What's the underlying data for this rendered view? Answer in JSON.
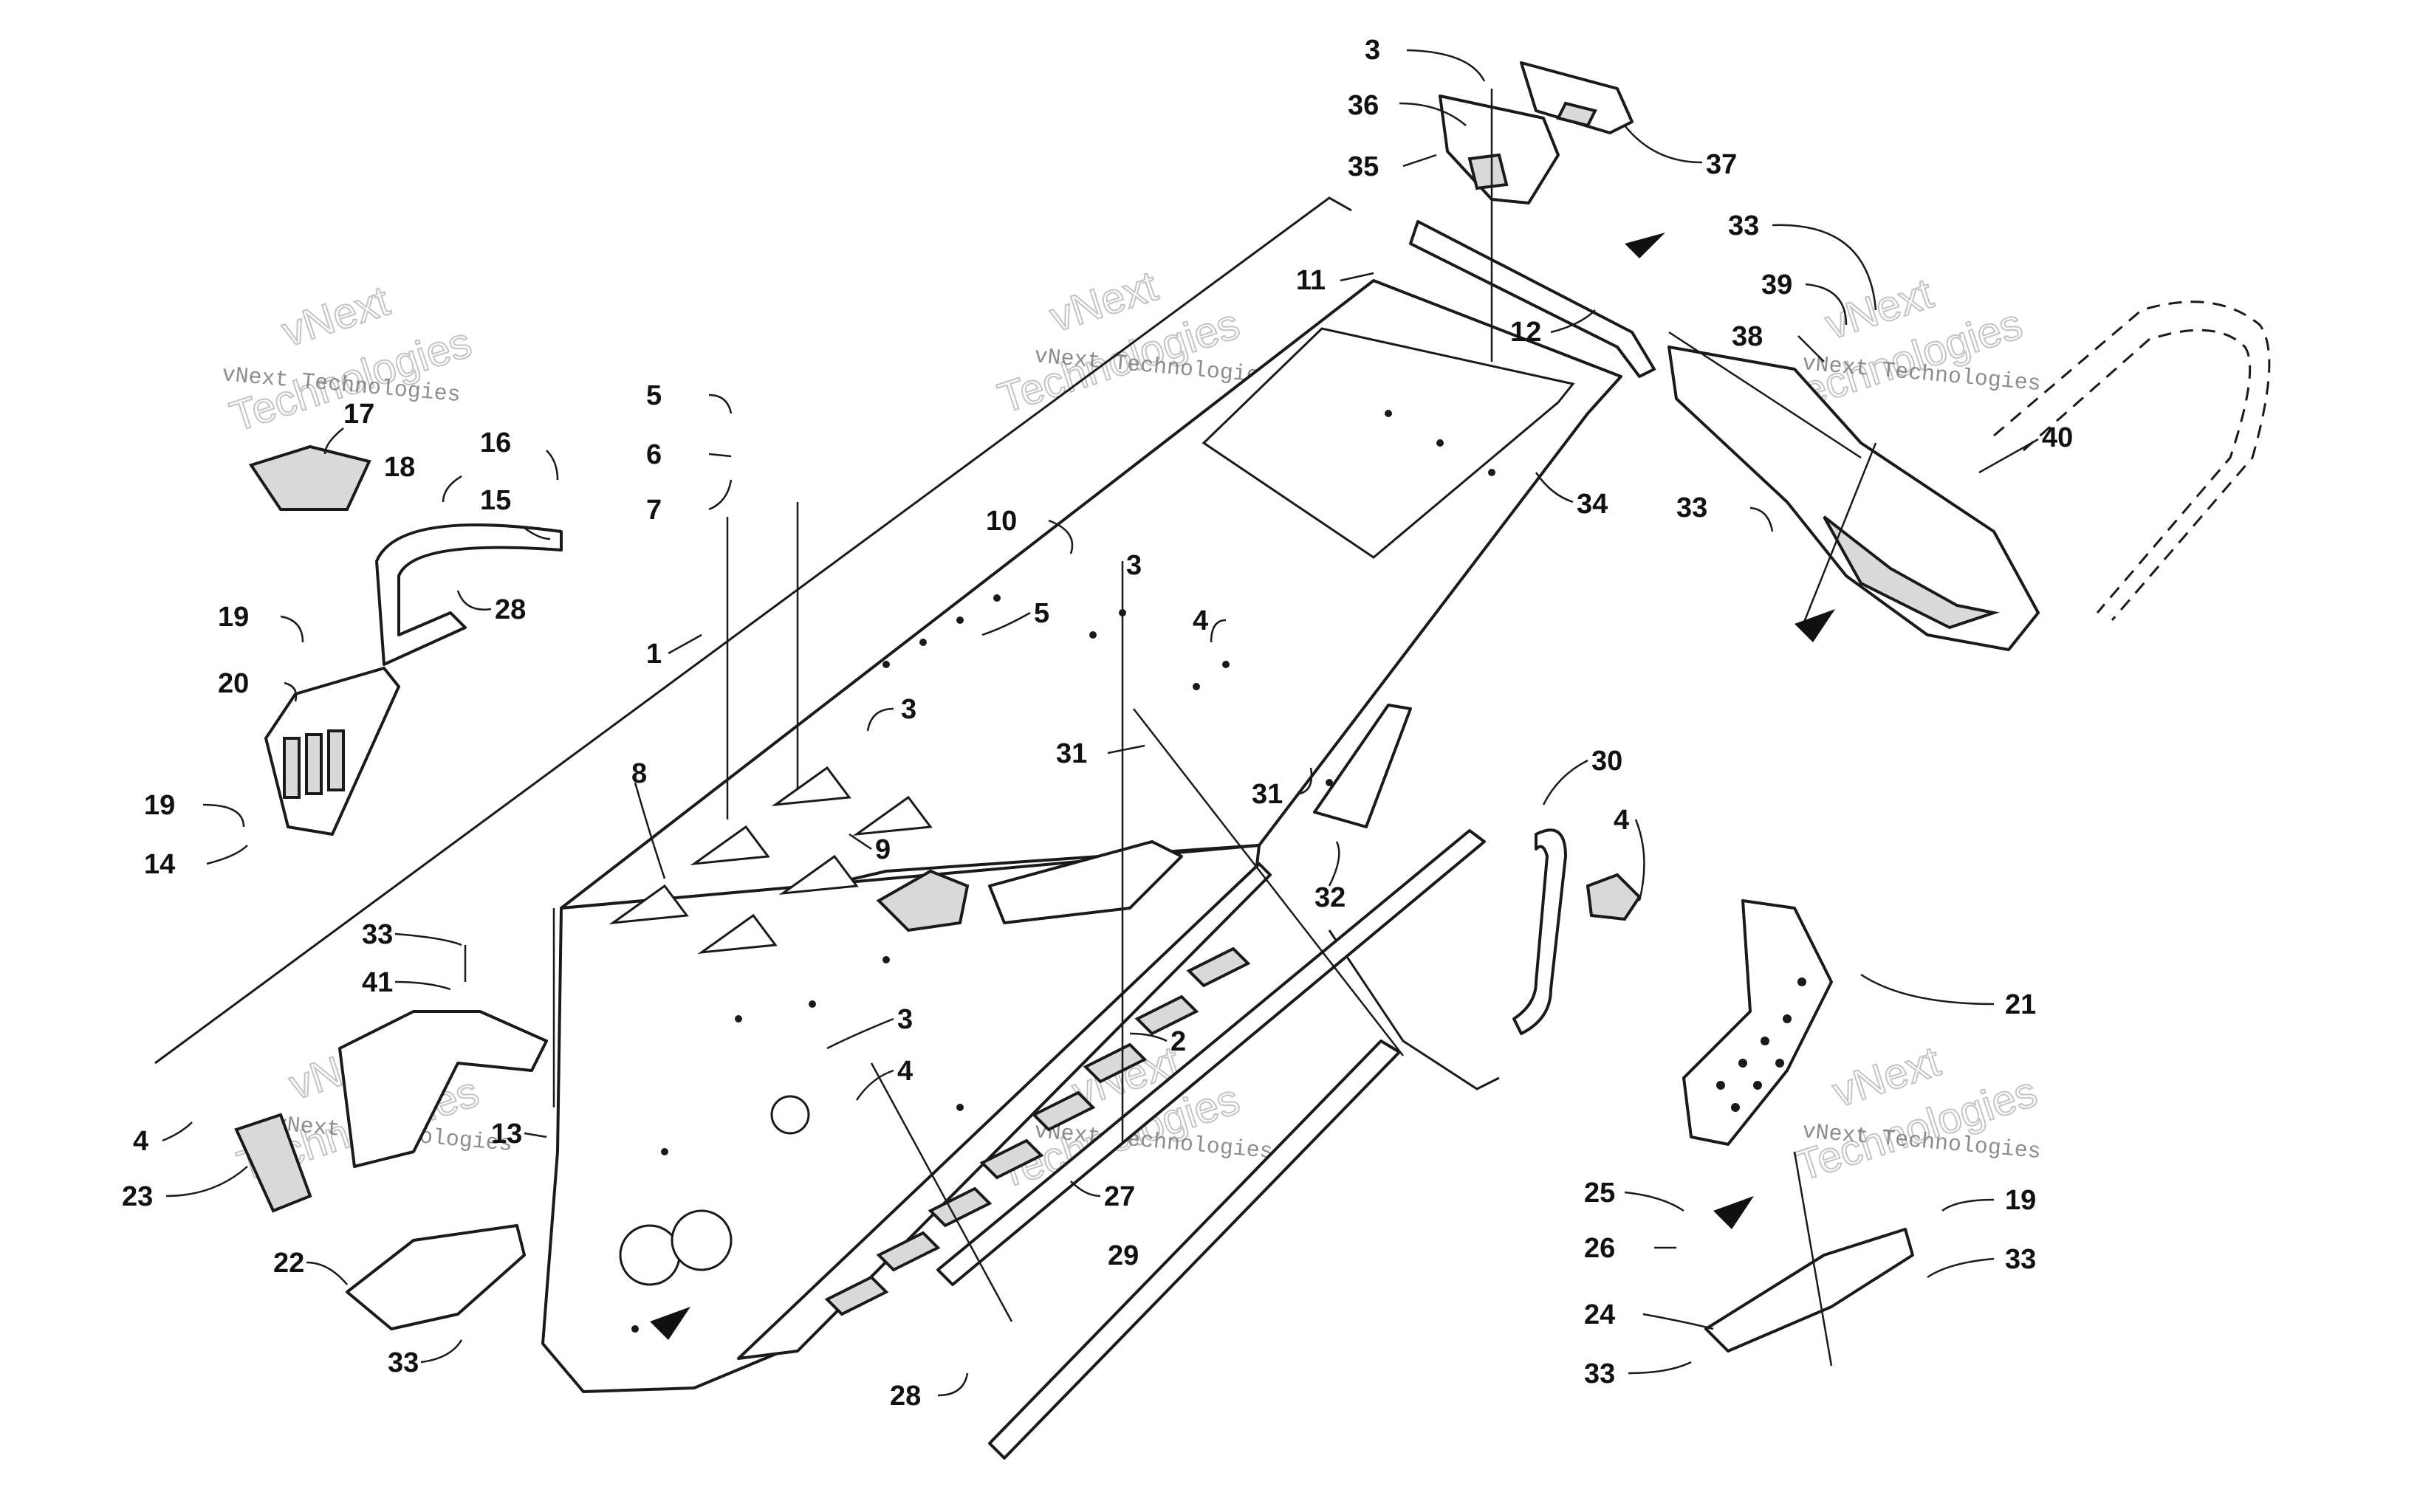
{
  "diagram": {
    "watermarks": [
      {
        "line1": "vNext",
        "line2": "Technologies",
        "small": "vNext Technologies"
      },
      {
        "line1": "vNext",
        "line2": "Technologies",
        "small": "vNext Technologies"
      },
      {
        "line1": "vNext",
        "line2": "Technologies",
        "small": "vNext Technologies"
      },
      {
        "line1": "vNext",
        "line2": "Technologies",
        "small": "vNext Technologies"
      },
      {
        "line1": "vNext",
        "line2": "Technologies",
        "small": "vNext Technologies"
      },
      {
        "line1": "vNext",
        "line2": "Technologies",
        "small": "vNext Technologies"
      }
    ],
    "callouts": [
      "3",
      "36",
      "35",
      "37",
      "11",
      "12",
      "33",
      "39",
      "38",
      "40",
      "33",
      "34",
      "10",
      "5",
      "6",
      "7",
      "17",
      "16",
      "18",
      "15",
      "28",
      "19",
      "20",
      "19",
      "14",
      "1",
      "5",
      "3",
      "4",
      "3",
      "31",
      "8",
      "9",
      "31",
      "30",
      "4",
      "32",
      "33",
      "41",
      "2",
      "3",
      "4",
      "4",
      "23",
      "13",
      "22",
      "33",
      "27",
      "29",
      "28",
      "21",
      "25",
      "26",
      "19",
      "33",
      "24",
      "33"
    ]
  }
}
